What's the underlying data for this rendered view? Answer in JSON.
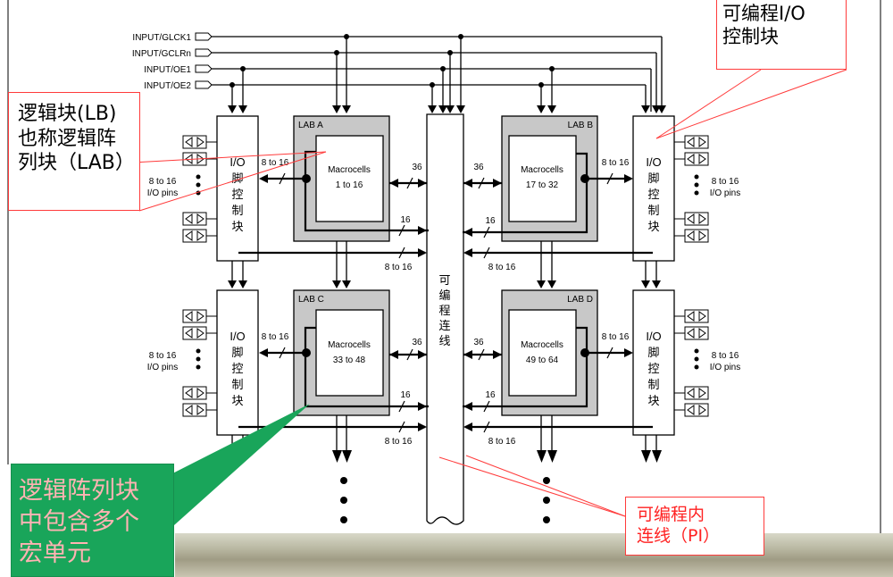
{
  "inputs": [
    "INPUT/GLCK1",
    "INPUT/GCLRn",
    "INPUT/OE1",
    "INPUT/OE2"
  ],
  "labs": [
    {
      "name": "LAB A",
      "cells_label": "Macrocells",
      "range": "1 to 16"
    },
    {
      "name": "LAB B",
      "cells_label": "Macrocells",
      "range": "17 to 32"
    },
    {
      "name": "LAB C",
      "cells_label": "Macrocells",
      "range": "33 to 48"
    },
    {
      "name": "LAB D",
      "cells_label": "Macrocells",
      "range": "49 to 64"
    }
  ],
  "io_block_chars": [
    "I/O",
    "脚",
    "控",
    "制",
    "块"
  ],
  "pi_chars": [
    "可",
    "编",
    "程",
    "连",
    "线"
  ],
  "bus": {
    "io_width": "8 to 16",
    "pi_width": "36",
    "feedback_width": "16",
    "io_pins_line1": "8 to 16",
    "io_pins_line2": "I/O pins"
  },
  "annotations": {
    "lb": [
      "逻辑块(LB)",
      "也称逻辑阵",
      "列块（LAB）"
    ],
    "io_ctrl": [
      "可编程I/O",
      "控制块"
    ],
    "pi": [
      "可编程内",
      "连线（PI）"
    ],
    "lab_macro": [
      "逻辑阵列块",
      "中包含多个",
      "宏单元"
    ]
  },
  "colors": {
    "annotation_border": "#ff3b3b",
    "green_box": "#19a55a",
    "lab_fill": "#c8c8c8"
  }
}
